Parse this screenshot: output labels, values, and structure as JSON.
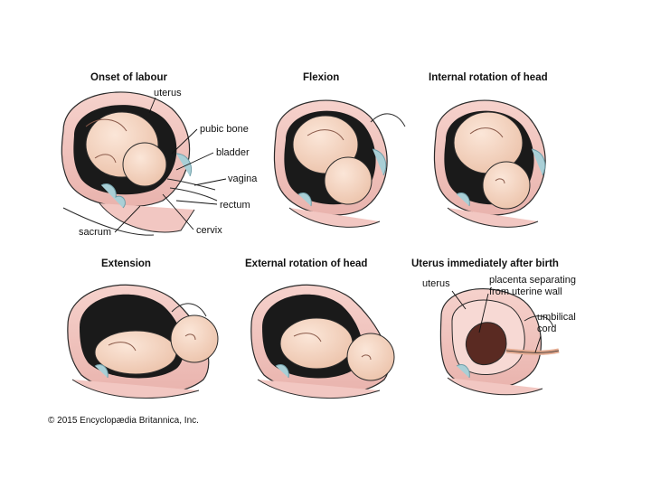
{
  "panels": [
    {
      "title": "Onset of labour"
    },
    {
      "title": "Flexion"
    },
    {
      "title": "Internal rotation of head"
    },
    {
      "title": "Extension"
    },
    {
      "title": "External rotation of head"
    },
    {
      "title": "Uterus immediately after birth"
    }
  ],
  "labels": {
    "uterus": "uterus",
    "pubic_bone": "pubic bone",
    "bladder": "bladder",
    "vagina": "vagina",
    "rectum": "rectum",
    "sacrum": "sacrum",
    "cervix": "cervix",
    "uterus_after": "uterus",
    "placenta_line1": "placenta separating",
    "placenta_line2": "from uterine wall",
    "umbilical_line1": "umbilical",
    "umbilical_line2": "cord"
  },
  "copyright": "© 2015 Encyclopædia Britannica, Inc.",
  "colors": {
    "tissue": "#f2c7c2",
    "skin": "#f6d8c6",
    "outline": "#2a2a2a",
    "cavity": "#1a1a1a",
    "bone": "#a9cfd6",
    "bone_dark": "#6f9ea8"
  }
}
